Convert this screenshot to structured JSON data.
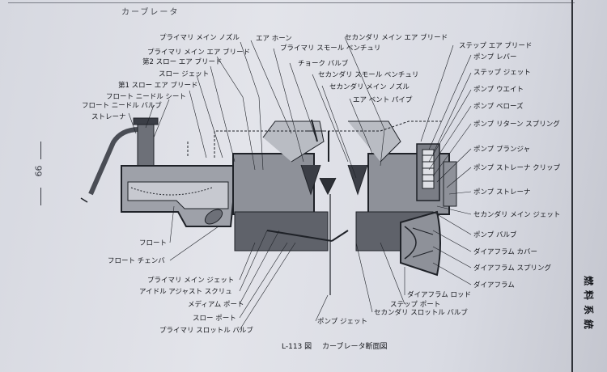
{
  "header": {
    "section_title": "カーブレータ"
  },
  "page_number": "99",
  "side_tab": [
    "燃",
    "料",
    "系",
    "統"
  ],
  "caption": {
    "figure_number": "L-113 図",
    "title": "カーブレータ断面図"
  },
  "labels_top": {
    "primary_main_nozzle": "プライマリ メイン ノズル",
    "primary_main_air_bleed": "プライマリ メイン エア ブリード",
    "second_slow_air_bleed": "第2 スロー エア ブリード",
    "slow_jet": "スロー ジェット",
    "first_slow_air_bleed": "第1 スロー エア ブリード",
    "float_needle_seat": "フロート ニードル シート",
    "float_needle_valve": "フロート ニードル バルブ",
    "strainer": "ストレーナ",
    "air_horn": "エア ホーン",
    "primary_small_venturi": "プライマリ スモール ベンチュリ",
    "choke_valve": "チョーク バルブ",
    "secondary_small_venturi": "セカンダリ スモール ベンチュリ",
    "secondary_main_nozzle": "セカンダリ メイン ノズル",
    "air_vent_pipe": "エア ベント パイプ",
    "secondary_main_air_bleed": "セカンダリ メイン エア ブリード"
  },
  "labels_right": {
    "step_air_bleed": "ステップ エア ブリード",
    "pump_lever": "ポンプ レバー",
    "step_jet": "ステップ ジェット",
    "pump_weight": "ポンプ ウエイト",
    "pump_bellows": "ポンプ ベローズ",
    "pump_return_spring": "ポンプ リターン スプリング",
    "pump_plunger": "ポンプ プランジャ",
    "pump_strainer_clip": "ポンプ ストレーナ クリップ",
    "pump_strainer": "ポンプ ストレーナ",
    "secondary_main_jet": "セカンダリ メイン ジェット",
    "pump_valve": "ポンプ バルブ",
    "diaphragm_cover": "ダイアフラム カバー",
    "diaphragm_spring": "ダイアフラム スプリング",
    "diaphragm": "ダイアフラム"
  },
  "labels_bottom": {
    "float": "フロート",
    "float_chamber": "フロート チェンバ",
    "primary_main_jet": "プライマリ メイン ジェット",
    "idle_adjust_screw": "アイドル アジャスト スクリュ",
    "medium_port": "メディアム ポート",
    "slow_port": "スロー ポート",
    "primary_throttle_valve": "プライマリ スロットル バルブ",
    "pump_jet": "ポンプ ジェット",
    "diaphragm_rod": "ダイアフラム ロッド",
    "step_port": "ステップ ポート",
    "secondary_throttle_valve": "セカンダリ スロットル バルブ"
  }
}
